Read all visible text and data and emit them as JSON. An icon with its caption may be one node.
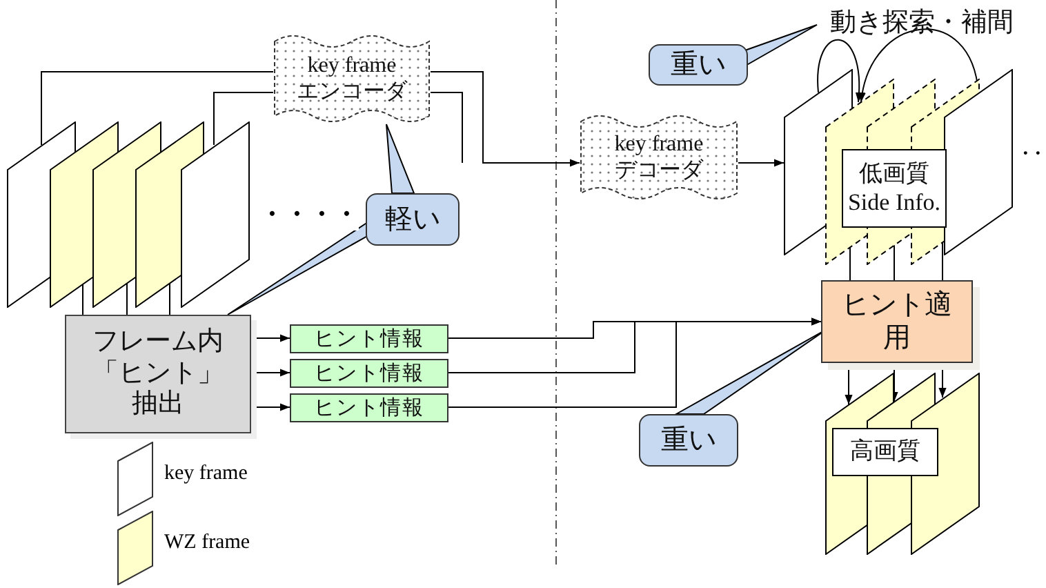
{
  "diagram": {
    "nodes": [
      {
        "text": [
          "key frame エンコーダ"
        ]
      },
      {
        "text": [
          "動き探索・補間"
        ]
      },
      {
        "text": [
          "重い"
        ]
      },
      {
        "text": [],
        "shape": "parallelogram"
      },
      {
        "text": [],
        "shape": "parallelogram"
      },
      {
        "text": [],
        "shape": "parallelogram"
      },
      {
        "text": [],
        "shape": "parallelogram"
      },
      {
        "text": [],
        "shape": "parallelogram"
      },
      {
        "text": [
          "軽い"
        ]
      },
      {
        "text": [
          "key frame デコーダ"
        ]
      },
      {
        "text": [],
        "shape": "parallelogram"
      },
      {
        "text": [],
        "shape": "parallelogram"
      },
      {
        "text": [],
        "shape": "parallelogram"
      },
      {
        "text": [],
        "shape": "parallelogram"
      },
      {
        "text": [],
        "shape": "parallelogram"
      },
      {
        "text": [
          "低画質 Side Info."
        ]
      },
      {
        "text": [
          "フレーム内「ヒント」抽出"
        ]
      },
      {
        "text": [
          "ヒント情報"
        ]
      },
      {
        "text": [
          "ヒント情報"
        ]
      },
      {
        "text": [
          "ヒント情報"
        ]
      },
      {
        "text": [
          "ヒント適用"
        ]
      },
      {
        "text": [
          "重い"
        ]
      },
      {
        "text": [],
        "shape": "parallelogram"
      },
      {
        "text": [],
        "shape": "parallelogram"
      },
      {
        "text": [],
        "shape": "parallelogram"
      },
      {
        "text": [
          "高画質"
        ]
      }
    ],
    "edges": [
      {
        "from": 3,
        "to": 0,
        "arrow": "none"
      },
      {
        "from": 7,
        "to": 0,
        "arrow": "none"
      },
      {
        "from": 0,
        "to": 9,
        "arrow": "to"
      },
      {
        "from": 8,
        "to": 0,
        "arrow": "none"
      },
      {
        "from": 8,
        "to": 16,
        "arrow": "none"
      },
      {
        "from": 4,
        "to": 16,
        "arrow": "none"
      },
      {
        "from": 5,
        "to": 16,
        "arrow": "none"
      },
      {
        "from": 6,
        "to": 16,
        "arrow": "none"
      },
      {
        "from": 2,
        "to": 1,
        "arrow": "none"
      },
      {
        "from": 9,
        "to": 10,
        "arrow": "to"
      },
      {
        "from": 10,
        "to": 11,
        "arrow": "to"
      },
      {
        "from": 14,
        "to": 11,
        "arrow": "to"
      },
      {
        "from": 11,
        "to": 20,
        "arrow": "none"
      },
      {
        "from": 12,
        "to": 20,
        "arrow": "none"
      },
      {
        "from": 13,
        "to": 20,
        "arrow": "none"
      },
      {
        "from": 16,
        "to": 17,
        "arrow": "to"
      },
      {
        "from": 16,
        "to": 18,
        "arrow": "to"
      },
      {
        "from": 16,
        "to": 19,
        "arrow": "to"
      },
      {
        "from": 17,
        "to": 20,
        "arrow": "to"
      },
      {
        "from": 18,
        "to": 20,
        "arrow": "to"
      },
      {
        "from": 19,
        "to": 20,
        "arrow": "to"
      },
      {
        "from": 21,
        "to": 20,
        "arrow": "none"
      },
      {
        "from": 20,
        "to": 22,
        "arrow": "to"
      },
      {
        "from": 20,
        "to": 23,
        "arrow": "to"
      },
      {
        "from": 20,
        "to": 24,
        "arrow": "to"
      }
    ],
    "labels": [
      "・・・・",
      "・・"
    ],
    "legend": [
      {
        "text": "key frame",
        "color": "#ffffff"
      },
      {
        "text": "WZ frame",
        "color": "#ffffcc"
      }
    ]
  }
}
